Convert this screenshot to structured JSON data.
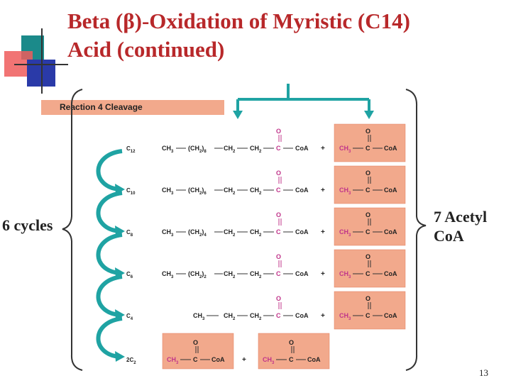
{
  "slide": {
    "title_line1": "Beta (β)-Oxidation of Myristic (C14)",
    "title_line2": "Acid (continued)",
    "reaction_label": "Reaction 4 Cleavage",
    "left_label": "6 cycles",
    "right_label_line1": "7 Acetyl",
    "right_label_line2": "CoA",
    "page_number": "13"
  },
  "colors": {
    "title": "#b8282a",
    "highlight_box": "#f2a98c",
    "arrow": "#1fa3a3",
    "carbonyl": "#c0348a"
  },
  "rows": [
    {
      "label": "C",
      "sub": "12",
      "ch3": "CH",
      "ch3_sub": "3",
      "chain": "(CH",
      "chain_sub": "2",
      "chain_n": "8",
      "tail": [
        "CH",
        "CH"
      ]
    },
    {
      "label": "C",
      "sub": "10",
      "ch3": "CH",
      "ch3_sub": "3",
      "chain": "(CH",
      "chain_sub": "2",
      "chain_n": "6",
      "tail": [
        "CH",
        "CH"
      ]
    },
    {
      "label": "C",
      "sub": "8",
      "ch3": "CH",
      "ch3_sub": "3",
      "chain": "(CH",
      "chain_sub": "2",
      "chain_n": "4",
      "tail": [
        "CH",
        "CH"
      ]
    },
    {
      "label": "C",
      "sub": "6",
      "ch3": "CH",
      "ch3_sub": "3",
      "chain": "(CH",
      "chain_sub": "2",
      "chain_n": "2",
      "tail": [
        "CH",
        "CH"
      ]
    },
    {
      "label": "C",
      "sub": "4",
      "ch3": "CH",
      "ch3_sub": "3",
      "chain": "",
      "chain_sub": "",
      "chain_n": "",
      "tail": [
        "CH",
        "CH"
      ]
    }
  ],
  "final_row": {
    "label": "2C",
    "sub": "2"
  },
  "molecule": {
    "oxygen": "O",
    "carbon": "C",
    "coa": "CoA",
    "plus": "+",
    "acetyl_ch3": "CH",
    "acetyl_sub": "3"
  }
}
